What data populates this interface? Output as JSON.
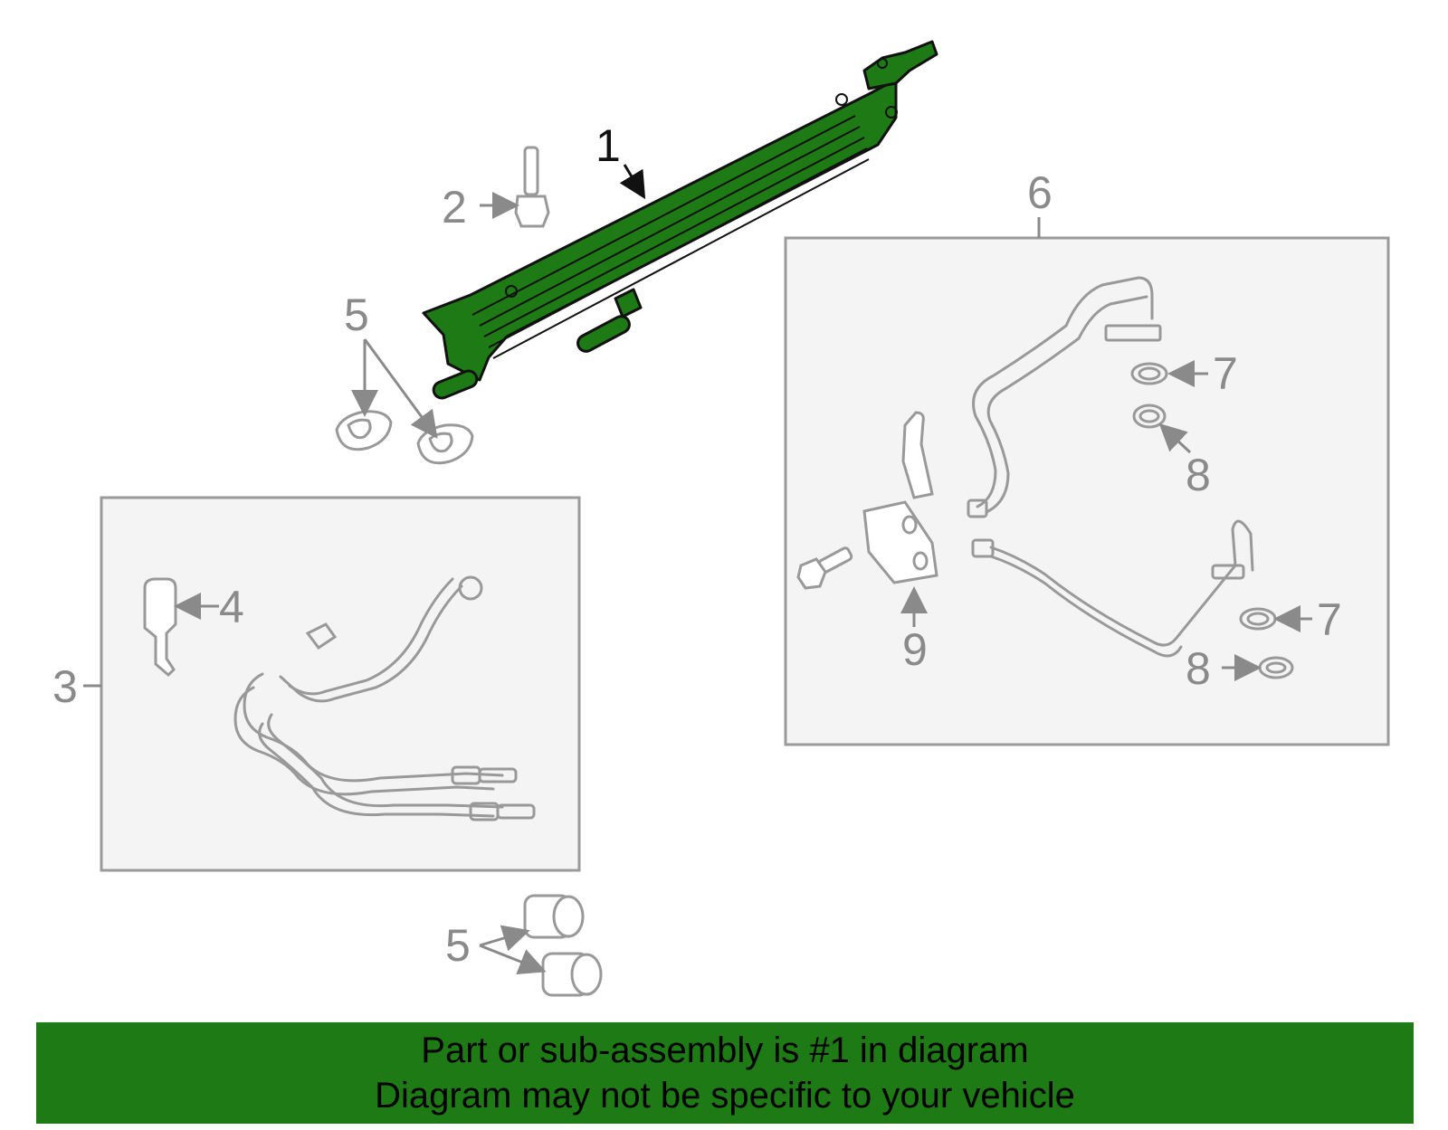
{
  "callouts": {
    "c1": "1",
    "c2": "2",
    "c3": "3",
    "c4": "4",
    "c5a": "5",
    "c5b": "5",
    "c6": "6",
    "c7a": "7",
    "c7b": "7",
    "c8a": "8",
    "c8b": "8",
    "c9": "9"
  },
  "banner": {
    "line1": "Part or sub-assembly is #1 in diagram",
    "line2": "Diagram may not be specific to your vehicle"
  },
  "colors": {
    "highlight": "#1e7a14",
    "part_stroke": "#999999",
    "box_fill": "#f4f4f4"
  }
}
